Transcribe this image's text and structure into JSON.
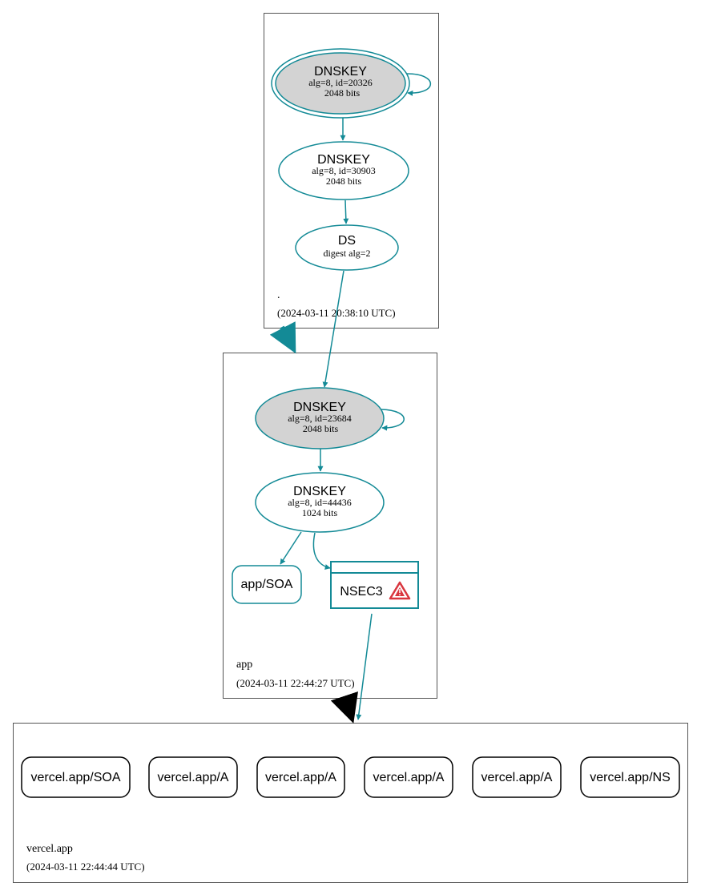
{
  "zones": {
    "root": {
      "name": ".",
      "timestamp": "(2024-03-11 20:38:10 UTC)",
      "dnskey_ksk": {
        "title": "DNSKEY",
        "detail": "alg=8, id=20326",
        "bits": "2048 bits"
      },
      "dnskey_zsk": {
        "title": "DNSKEY",
        "detail": "alg=8, id=30903",
        "bits": "2048 bits"
      },
      "ds": {
        "title": "DS",
        "detail": "digest alg=2"
      }
    },
    "app": {
      "name": "app",
      "timestamp": "(2024-03-11 22:44:27 UTC)",
      "dnskey_ksk": {
        "title": "DNSKEY",
        "detail": "alg=8, id=23684",
        "bits": "2048 bits"
      },
      "dnskey_zsk": {
        "title": "DNSKEY",
        "detail": "alg=8, id=44436",
        "bits": "1024 bits"
      },
      "soa": "app/SOA",
      "nsec3": "NSEC3"
    },
    "vercel": {
      "name": "vercel.app",
      "timestamp": "(2024-03-11 22:44:44 UTC)",
      "rrsets": [
        "vercel.app/SOA",
        "vercel.app/A",
        "vercel.app/A",
        "vercel.app/A",
        "vercel.app/A",
        "vercel.app/NS"
      ]
    }
  },
  "colors": {
    "secure": "#138a96",
    "insecure_delegation": "#000000",
    "ksk_fill": "#d3d3d3",
    "warning": "#d9363e"
  },
  "icons": {
    "nsec3_warning": "warning-triangle-icon"
  }
}
